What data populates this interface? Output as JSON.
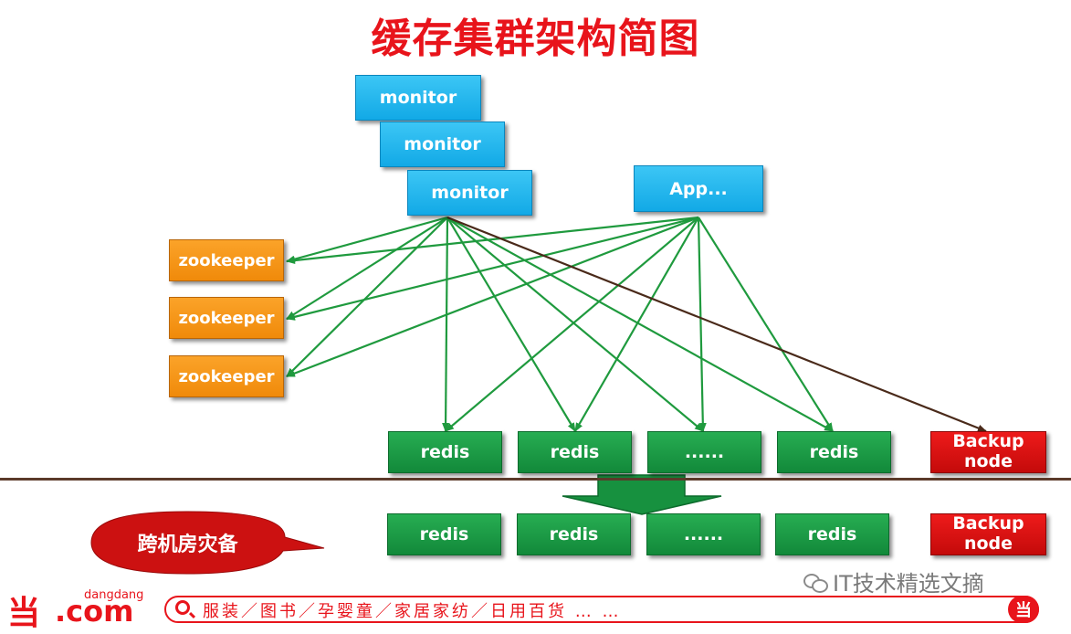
{
  "title": "缓存集群架构简图",
  "monitors": [
    "monitor",
    "monitor",
    "monitor"
  ],
  "app": "App...",
  "zookeepers": [
    "zookeeper",
    "zookeeper",
    "zookeeper"
  ],
  "primary_redis": [
    "redis",
    "redis",
    "......",
    "redis"
  ],
  "backup_primary": "Backup node",
  "backup_secondary": "Backup node",
  "dr_redis": [
    "redis",
    "redis",
    "......",
    "redis"
  ],
  "dr_label": "跨机房灾备",
  "footer": {
    "logo_small": "dangdang",
    "logo_big": ".com",
    "logo_mark": "当",
    "categories": "服装／图书／孕婴童／家居家纺／日用百货 …  …",
    "right_logo": "当"
  },
  "watermark": "IT技术精选文摘",
  "colors": {
    "title": "#e8141b",
    "monitor": "#1aa8e6",
    "zookeeper": "#f39012",
    "redis": "#17913f",
    "backup": "#d40f0f",
    "arrow": "#1f9a3e",
    "backup_arrow": "#4a2a1a"
  }
}
